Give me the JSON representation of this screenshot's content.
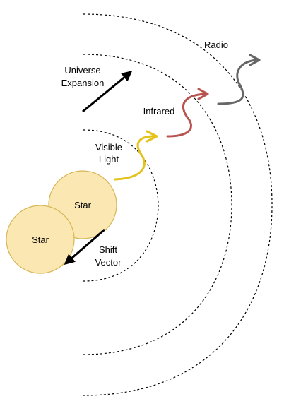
{
  "diagram": {
    "labels": {
      "radio": "Radio",
      "infrared": "Infrared",
      "visible_line1": "Visible",
      "visible_line2": "Light",
      "universe_line1": "Universe",
      "universe_line2": "Expansion",
      "shift_line1": "Shift",
      "shift_line2": "Vector"
    },
    "stars": [
      "Star",
      "Star"
    ],
    "colors": {
      "visible": "#e3c21b",
      "infrared": "#b85450",
      "radio": "#666666",
      "star_fill": "#fbe7b2",
      "star_stroke": "#d6b656",
      "arrow": "#000000",
      "wavefront": "#000000"
    }
  }
}
